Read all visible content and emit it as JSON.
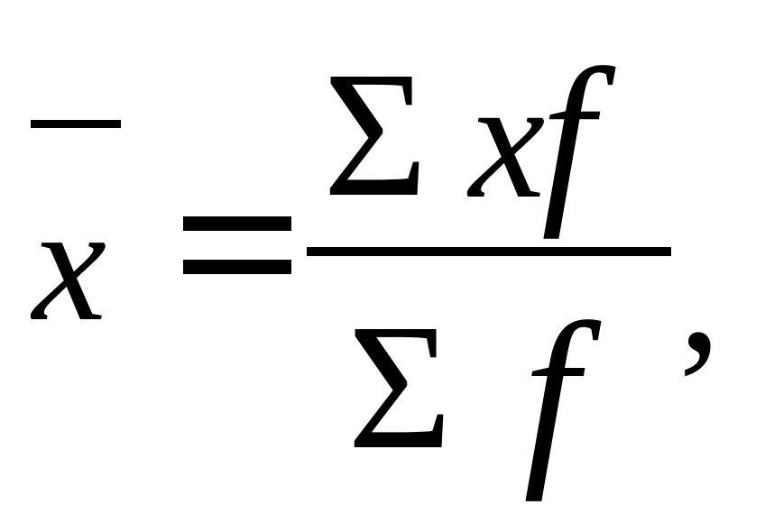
{
  "formula": {
    "lhs_symbol": "x",
    "equals": "=",
    "numerator": {
      "sigma": "Σ",
      "term_x": "x",
      "term_f": "f"
    },
    "denominator": {
      "sigma": "Σ",
      "term_f": "f"
    },
    "trailing_punctuation": ","
  }
}
